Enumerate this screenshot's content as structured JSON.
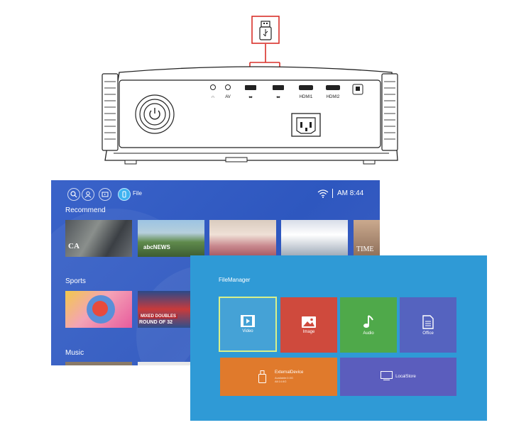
{
  "projector": {
    "ports": [
      {
        "icon": "headphone-icon",
        "label": "∩"
      },
      {
        "icon": "av-jack-icon",
        "label": "AV"
      },
      {
        "icon": "usb-port-icon",
        "label": "⬌"
      },
      {
        "icon": "usb-port-icon",
        "label": "⬌"
      },
      {
        "icon": "hdmi-port-icon",
        "label": "HDMI1"
      },
      {
        "icon": "hdmi-port-icon",
        "label": "HDMI2"
      }
    ]
  },
  "home": {
    "top_icons": [
      "search-icon",
      "user-icon",
      "tv-input-icon",
      "usb-icon"
    ],
    "file_label": "File",
    "clock": "AM 8:44",
    "sections": {
      "recommend": "Recommend",
      "sports": "Sports",
      "music": "Music"
    },
    "tiles": {
      "ca_logo": "CA",
      "abc_news": "abcNEWS",
      "time": "TIME",
      "mixed_doubles": "MIXED DOUBLES",
      "round": "ROUND OF 32"
    }
  },
  "file_manager": {
    "title": "FileManager",
    "tiles": {
      "video": "Video",
      "image": "Image",
      "audio": "Audio",
      "office": "Office",
      "external": "ExternalDevice",
      "external_sub1": "Available:0.0G",
      "external_sub2": "All:14.6G",
      "local": "LocalStore"
    },
    "colors": {
      "background": "#2f9ad6",
      "video": "#45a2d6",
      "image": "#cf4a3d",
      "audio": "#4fa94a",
      "office": "#5563bf",
      "external": "#e07a2c",
      "local": "#5b5dbd",
      "selected_border": "#d8f08a"
    }
  }
}
